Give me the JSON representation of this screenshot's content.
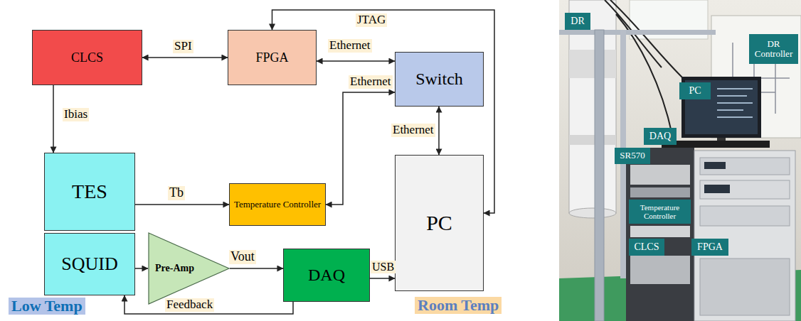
{
  "diagram": {
    "nodes": [
      {
        "text": [
          "Room Temp"
        ]
      },
      {
        "text": [
          "CLCS"
        ],
        "in": 0
      },
      {
        "text": [
          "FPGA"
        ],
        "in": 0
      },
      {
        "text": [
          "Switch"
        ],
        "in": 0
      },
      {
        "text": [
          "Low Temp"
        ]
      },
      {
        "text": [
          "TES"
        ],
        "in": 4
      },
      {
        "text": [
          "Temperature Controller"
        ],
        "in": 0
      },
      {
        "text": [
          "PC"
        ],
        "in": 0
      },
      {
        "text": [
          "SQUID"
        ],
        "in": 4
      },
      {
        "text": [
          "Pre-Amp"
        ],
        "in": 0
      },
      {
        "text": [
          "DAQ"
        ],
        "in": 0
      },
      {
        "text": [
          "DR"
        ]
      },
      {
        "text": [
          "DR Controller"
        ]
      },
      {
        "text": [
          "PC"
        ]
      },
      {
        "text": [
          "DAQ"
        ]
      },
      {
        "text": [
          "SR570"
        ]
      },
      {
        "text": [
          "Temperature Controller"
        ]
      },
      {
        "text": [
          "CLCS"
        ]
      },
      {
        "text": [
          "FPGA"
        ]
      }
    ],
    "edges": [
      {
        "from": 1,
        "to": 2,
        "arrow": "both",
        "label": "SPI"
      },
      {
        "from": 2,
        "to": 3,
        "arrow": "both",
        "label": "Ethernet"
      },
      {
        "from": 2,
        "to": 7,
        "arrow": "both",
        "label": "JTAG"
      },
      {
        "from": 1,
        "to": 5,
        "arrow": "to",
        "label": "Ibias"
      },
      {
        "from": 6,
        "to": 3,
        "arrow": "both",
        "label": "Ethernet"
      },
      {
        "from": 3,
        "to": 7,
        "arrow": "both",
        "label": "Ethernet"
      },
      {
        "from": 5,
        "to": 6,
        "arrow": "to",
        "label": "Tb"
      },
      {
        "from": 8,
        "to": 9,
        "arrow": "to"
      },
      {
        "from": 9,
        "to": 10,
        "arrow": "to",
        "label": "Vout"
      },
      {
        "from": 10,
        "to": 8,
        "arrow": "to",
        "label": "Feedback"
      },
      {
        "from": 10,
        "to": 7,
        "arrow": "to",
        "label": "USB"
      }
    ]
  }
}
